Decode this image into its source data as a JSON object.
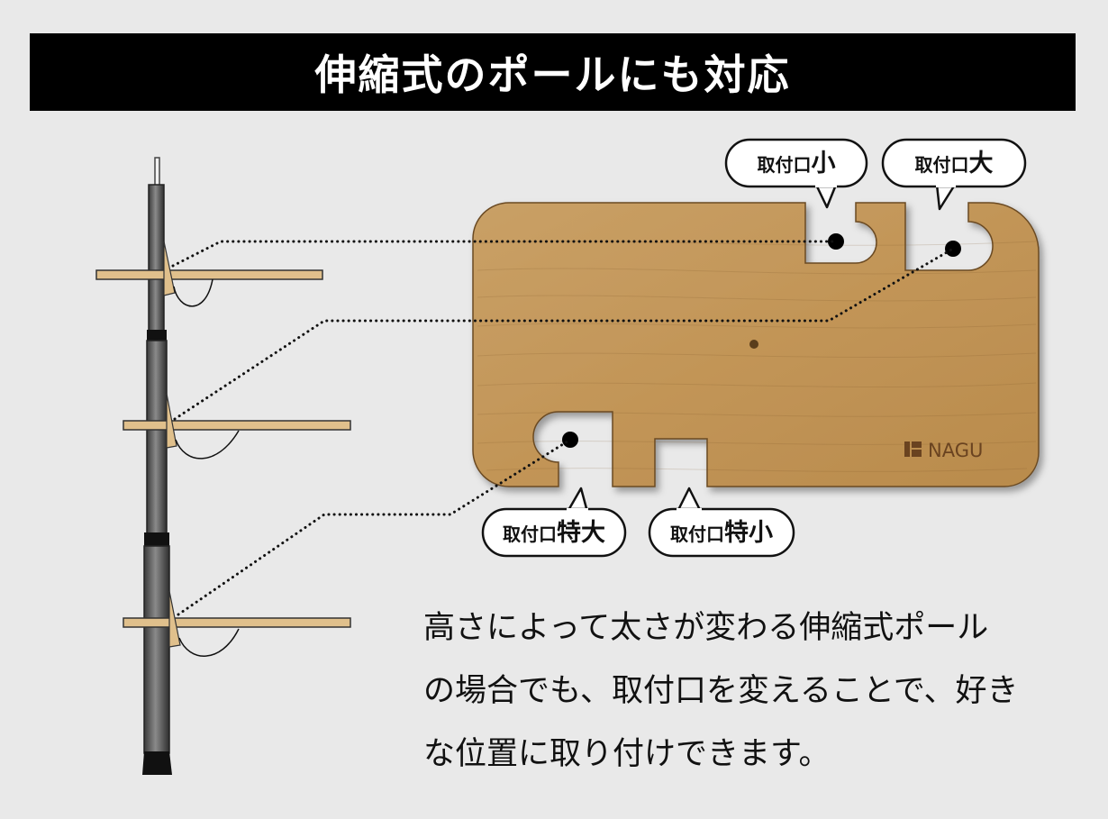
{
  "title": "伸縮式のポールにも対応",
  "callouts": {
    "small": {
      "prefix": "取付口",
      "suffix": "小"
    },
    "large": {
      "prefix": "取付口",
      "suffix": "大"
    },
    "extra_large": {
      "prefix": "取付口",
      "suffix": "特大"
    },
    "extra_small": {
      "prefix": "取付口",
      "suffix": "特小"
    }
  },
  "logo_text": "NAGU",
  "description": [
    "高さによって太さが変わる伸縮式ポール",
    "の場合でも、取付口を変えることで、好き",
    "な位置に取り付けできます。"
  ],
  "colors": {
    "banner_bg": "#000000",
    "banner_text": "#ffffff",
    "background": "#e9e9e9",
    "wood": "#c69a5e",
    "pole": "#6a6a6a",
    "shelf": "#e0c08c"
  }
}
